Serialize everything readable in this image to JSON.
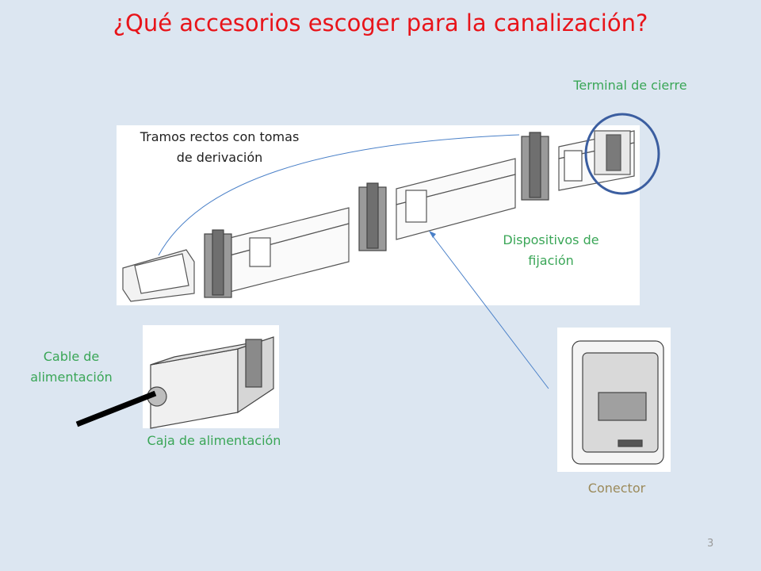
{
  "slide": {
    "title": "¿Qué accesorios escoger para la canalización?",
    "page_number": "3"
  },
  "labels": {
    "terminal": "Terminal de cierre",
    "tramos_line1": "Tramos rectos con tomas",
    "tramos_line2": "de derivación",
    "dispositivos_line1": "Dispositivos de",
    "dispositivos_line2": "fijación",
    "cable_line1": "Cable de",
    "cable_line2": "alimentación",
    "caja": "Caja de alimentación",
    "conector": "Conector"
  },
  "colors": {
    "title": "#e8141a",
    "label_green": "#3aa657",
    "label_olive": "#9b8a5a",
    "connector_line": "#4a80c8",
    "circle": "#3b5ea0",
    "background": "#dce6f1"
  }
}
